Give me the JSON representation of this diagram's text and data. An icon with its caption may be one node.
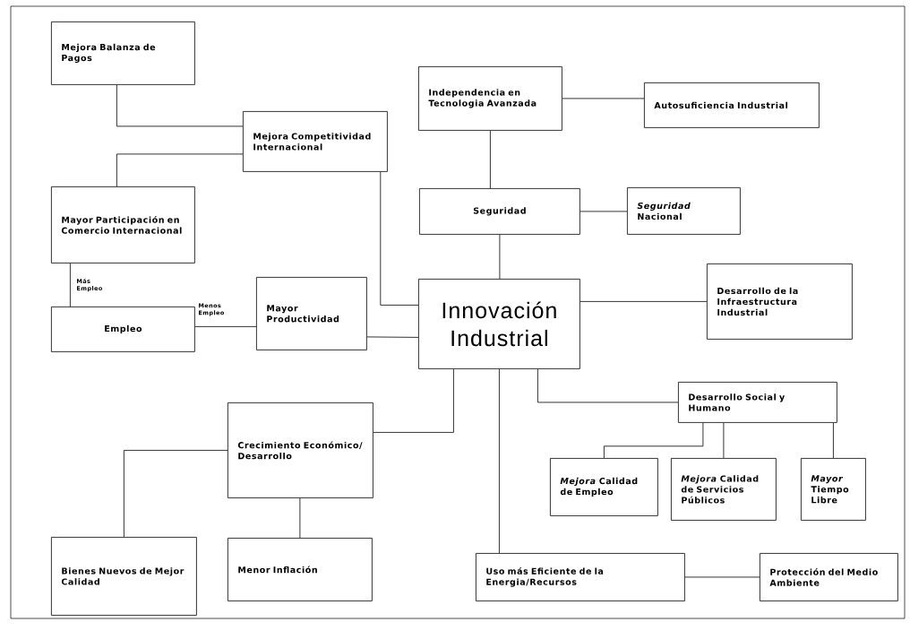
{
  "diagram": {
    "nodes": [
      {
        "text": [
          "Mejora Balanza de Pagos"
        ]
      },
      {
        "text": [
          "Mejora Competitividad Internacional"
        ]
      },
      {
        "text": [
          "Independencia en Tecnologia Avanzada"
        ]
      },
      {
        "text": [
          "Autosuficiencia Industrial"
        ]
      },
      {
        "text": [
          "Mayor Participación en Comercio Internacional"
        ]
      },
      {
        "text": [
          "Seguridad"
        ]
      },
      {
        "text": [
          "*Seguridad* Nacional"
        ]
      },
      {
        "text": [
          "Empleo"
        ]
      },
      {
        "text": [
          "Mayor Productividad"
        ]
      },
      {
        "text": [
          "Innovación Industrial"
        ]
      },
      {
        "text": [
          "Desarrollo de la Infraestructura Industrial"
        ]
      },
      {
        "text": [
          "Desarrollo Social y Humano"
        ]
      },
      {
        "text": [
          "Crecimiento Económico/ Desarrollo"
        ]
      },
      {
        "text": [
          "*Mejora* Calidad de Empleo"
        ]
      },
      {
        "text": [
          "*Mejora* Calidad de Servicios Públicos"
        ]
      },
      {
        "text": [
          "*Mayor* Tiempo Libre"
        ]
      },
      {
        "text": [
          "Bienes Nuevos de Mejor Calidad"
        ]
      },
      {
        "text": [
          "Menor Inflación"
        ]
      },
      {
        "text": [
          "Uso más Eficiente de la Energia/Recursos"
        ]
      },
      {
        "text": [
          "Protección del Medio Ambiente"
        ]
      }
    ],
    "edges": [
      {
        "from": 0,
        "to": 1,
        "arrow": "none"
      },
      {
        "from": 4,
        "to": 1,
        "arrow": "none"
      },
      {
        "from": 4,
        "to": 7,
        "arrow": "none",
        "label": "Más Empleo"
      },
      {
        "from": 7,
        "to": 8,
        "arrow": "none",
        "label": "Menos Empleo"
      },
      {
        "from": 1,
        "to": 9,
        "arrow": "none"
      },
      {
        "from": 8,
        "to": 9,
        "arrow": "none"
      },
      {
        "from": 2,
        "to": 5,
        "arrow": "none"
      },
      {
        "from": 2,
        "to": 3,
        "arrow": "none"
      },
      {
        "from": 5,
        "to": 6,
        "arrow": "none"
      },
      {
        "from": 5,
        "to": 9,
        "arrow": "none"
      },
      {
        "from": 9,
        "to": 10,
        "arrow": "none"
      },
      {
        "from": 9,
        "to": 12,
        "arrow": "none"
      },
      {
        "from": 9,
        "to": 18,
        "arrow": "none"
      },
      {
        "from": 9,
        "to": 11,
        "arrow": "none"
      },
      {
        "from": 11,
        "to": 13,
        "arrow": "none"
      },
      {
        "from": 11,
        "to": 14,
        "arrow": "none"
      },
      {
        "from": 11,
        "to": 15,
        "arrow": "none"
      },
      {
        "from": 12,
        "to": 16,
        "arrow": "none"
      },
      {
        "from": 12,
        "to": 17,
        "arrow": "none"
      },
      {
        "from": 18,
        "to": 19,
        "arrow": "none"
      }
    ]
  }
}
